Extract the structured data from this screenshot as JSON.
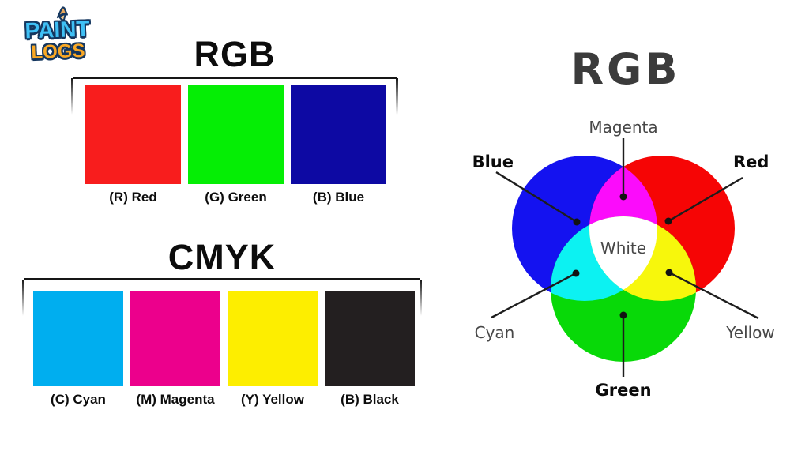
{
  "logo": {
    "line1": "PAINT",
    "line2": "LOGS",
    "brush_icon_colors": {
      "handle": "#e8a95c",
      "outline": "#15375f"
    }
  },
  "left": {
    "rgb": {
      "title": "RGB",
      "swatches": [
        {
          "label": "(R) Red",
          "color": "#f81d1d"
        },
        {
          "label": "(G) Green",
          "color": "#05ee05"
        },
        {
          "label": "(B) Blue",
          "color": "#0d09a3"
        }
      ]
    },
    "cmyk": {
      "title": "CMYK",
      "swatches": [
        {
          "label": "(C) Cyan",
          "color": "#00aeef"
        },
        {
          "label": "(M) Magenta",
          "color": "#ec008c"
        },
        {
          "label": "(Y) Yellow",
          "color": "#fdee00"
        },
        {
          "label": "(B) Black",
          "color": "#231f20"
        }
      ]
    }
  },
  "right": {
    "title": "RGB",
    "title_color": "#3b3b3b",
    "venn": {
      "colors": {
        "blue": "#1412f0",
        "red": "#f60505",
        "green": "#08d908",
        "magenta": "#fb0cfb",
        "cyan": "#0cf2f2",
        "yellow": "#f7f70c",
        "white": "#ffffff"
      },
      "labels": {
        "magenta": "Magenta",
        "blue": "Blue",
        "red": "Red",
        "white": "White",
        "cyan": "Cyan",
        "yellow": "Yellow",
        "green": "Green"
      }
    }
  }
}
